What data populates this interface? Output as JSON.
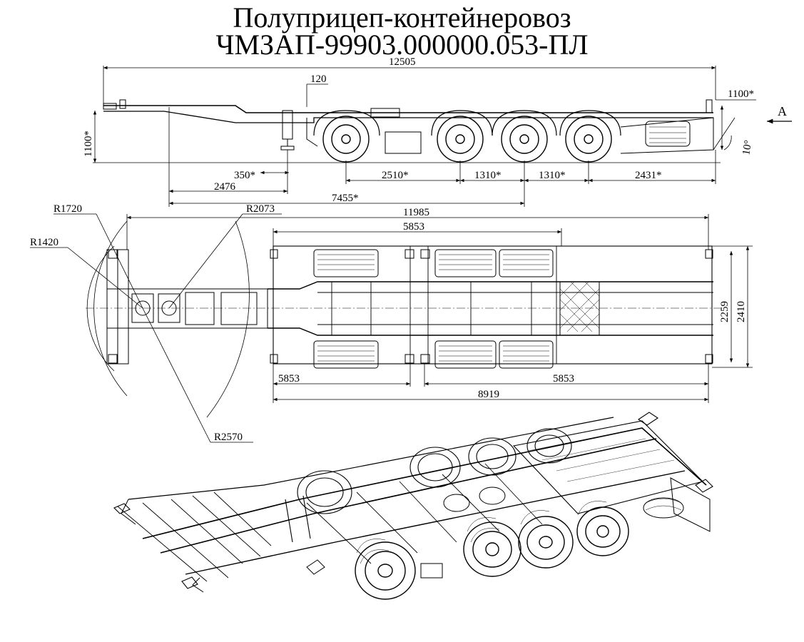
{
  "title": {
    "line1": "Полуприцеп-контейнеровоз",
    "line2": "ЧМЗАП-99903.000000.053-ПЛ"
  },
  "side_view": {
    "overall_length": "12505",
    "kingpin_offset": "120",
    "rear_height": "1100*",
    "front_height": "1100*",
    "angle": "10°",
    "view_label": "А",
    "dims": [
      "350*",
      "2476",
      "2510*",
      "1310*",
      "1310*",
      "2431*",
      "7455*"
    ]
  },
  "top_view": {
    "frame_length": "11985",
    "container_top": "5853",
    "width_inner": "2259",
    "width_outer": "2410",
    "radius_1": "R1720",
    "radius_2": "R2073",
    "radius_3": "R1420",
    "radius_4": "R2570",
    "bottom_left": "5853",
    "bottom_right": "5853",
    "bottom_total": "8919"
  }
}
